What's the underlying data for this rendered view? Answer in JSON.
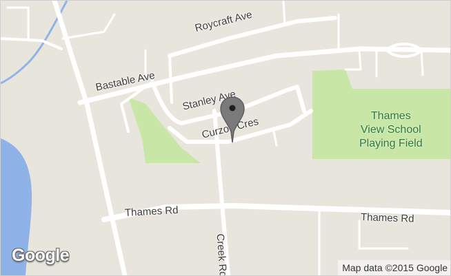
{
  "map": {
    "roads": {
      "roycraft_ave": "Roycraft Ave",
      "bastable_ave": "Bastable Ave",
      "stanley_ave": "Stanley Ave",
      "curzon_cres": "Curzon Cres",
      "thames_rd_left": "Thames Rd",
      "thames_rd_right": "Thames Rd",
      "creek_rd": "Creek Rd"
    },
    "park": {
      "line1": "Thames",
      "line2": "View School",
      "line3": "Playing Field"
    },
    "logo": "Google",
    "attribution": "Map data ©2015 Google",
    "marker_icon": "map-pin-icon",
    "colors": {
      "land": "#e8e5dc",
      "road": "#ffffff",
      "park": "#c8e6a6",
      "water": "#8fb3e8",
      "marker": "#7a7a7a"
    }
  }
}
